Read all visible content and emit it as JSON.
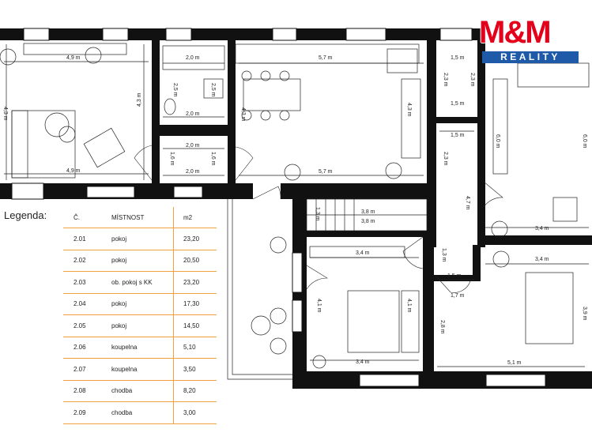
{
  "logo": {
    "brand": "M&M",
    "sub": "REALITY"
  },
  "legend": {
    "title": "Legenda:",
    "headers": {
      "num": "Č.",
      "room": "MÍSTNOST",
      "area": "m2"
    },
    "rows": [
      {
        "num": "2.01",
        "room": "pokoj",
        "area": "23,20"
      },
      {
        "num": "2.02",
        "room": "pokoj",
        "area": "20,50"
      },
      {
        "num": "2.03",
        "room": "ob. pokoj s KK",
        "area": "23,20"
      },
      {
        "num": "2.04",
        "room": "pokoj",
        "area": "17,30"
      },
      {
        "num": "2.05",
        "room": "pokoj",
        "area": "14,50"
      },
      {
        "num": "2.06",
        "room": "koupelna",
        "area": "5,10"
      },
      {
        "num": "2.07",
        "room": "koupelna",
        "area": "3,50"
      },
      {
        "num": "2.08",
        "room": "chodba",
        "area": "8,20"
      },
      {
        "num": "2.09",
        "room": "chodba",
        "area": "3,00"
      }
    ]
  },
  "dimensions": {
    "d01": "4,9 m",
    "d02": "4,3 m",
    "d03": "4,3 m",
    "d04": "4,9 m",
    "d05": "2,0 m",
    "d06": "2,5 m",
    "d07": "2,5 m",
    "d08": "2,0 m",
    "d09": "2,0 m",
    "d10": "1,6 m",
    "d11": "1,6 m",
    "d12": "2,0 m",
    "d13": "5,7 m",
    "d14": "4,3 m",
    "d15": "4,3 m",
    "d16": "5,7 m",
    "d17": "1,5 m",
    "d18": "2,3 m",
    "d19": "2,3 m",
    "d20": "1,5 m",
    "d21": "1,5 m",
    "d22": "2,3 m",
    "d23": "4,7 m",
    "d24": "6,0 m",
    "d25": "6,0 m",
    "d26": "3,4 m",
    "d27": "3,4 m",
    "d28": "3,8 m",
    "d29": "3,8 m",
    "d30": "1,3 m",
    "d31": "3,4 m",
    "d32": "4,1 m",
    "d33": "4,1 m",
    "d34": "3,4 m",
    "d35": "1,3 m",
    "d36": "1,5 m",
    "d37": "1,7 m",
    "d38": "2,8 m",
    "d39": "5,1 m",
    "d40": "3,9 m"
  }
}
